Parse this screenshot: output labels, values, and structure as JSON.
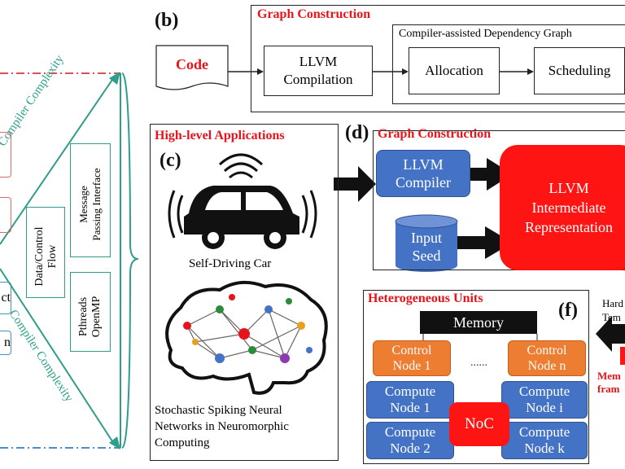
{
  "panel_b": {
    "letter": "(b)",
    "title": "Graph Construction",
    "code": "Code",
    "llvm": [
      "LLVM",
      "Compilation"
    ],
    "cadg_title": "Compiler-assisted Dependency Graph",
    "allocation": "Allocation",
    "scheduling": "Scheduling"
  },
  "panel_c": {
    "letter": "(c)",
    "title": "High-level Applications",
    "car_label": "Self-Driving Car",
    "brain_label": [
      "Stochastic Spiking Neural",
      "Networks in Neuromorphic",
      "Computing"
    ]
  },
  "panel_d": {
    "letter": "(d)",
    "title": "Graph Construction",
    "llvm_compiler": [
      "LLVM",
      "Compiler"
    ],
    "input_seed": [
      "Input",
      "Seed"
    ],
    "ir": [
      "LLVM",
      "Intermediate",
      "Representation"
    ]
  },
  "panel_f": {
    "letter": "(f)",
    "title": "Heterogeneous Units",
    "memory": "Memory",
    "dots": "......",
    "control1": [
      "Control",
      "Node 1"
    ],
    "controln": [
      "Control",
      "Node n"
    ],
    "compute1": [
      "Compute",
      "Node 1"
    ],
    "computei": [
      "Compute",
      "Node i"
    ],
    "compute2": [
      "Compute",
      "Node 2"
    ],
    "computek": [
      "Compute",
      "Node k"
    ],
    "noc": "NoC",
    "side_text": [
      "Hard",
      "Tem"
    ],
    "side_red": [
      "Mem",
      "fram"
    ]
  },
  "panel_a": {
    "complexity_top": "Compiler Complexity",
    "complexity_bottom": "Compiler Complexity",
    "dcf": [
      "Data/Control",
      "Flow"
    ],
    "mpi": [
      "Message",
      "Passing Interface"
    ],
    "pthreads": [
      "Pthreads",
      "OpenMP"
    ],
    "left_labels": [
      "ct",
      "n"
    ]
  }
}
